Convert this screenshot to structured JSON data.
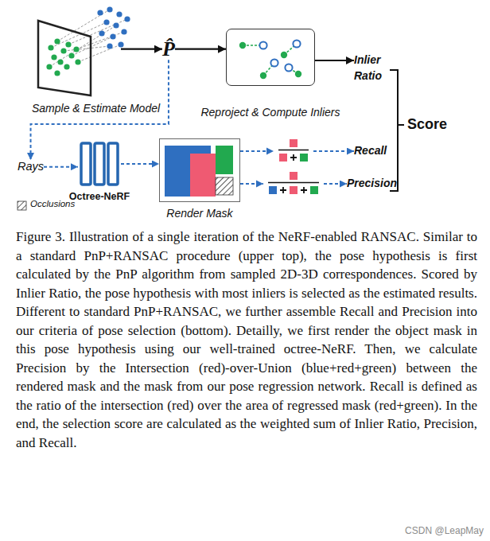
{
  "diagram": {
    "caption": "Figure 3. Illustration of a single iteration of the NeRF-enabled RANSAC. Similar to a standard PnP+RANSAC procedure (upper top), the pose hypothesis is first calculated by the PnP algorithm from sampled 2D-3D correspondences. Scored by Inlier Ratio, the pose hypothesis with most inliers is selected as the estimated results. Different to standard PnP+RANSAC, we further assemble Recall and Precision into our criteria of pose selection (bottom). Detailly, we first render the object mask in this pose hypothesis using our well-trained octree-NeRF. Then, we calculate Precision by the Intersection (red)-over-Union (blue+red+green) between the rendered mask and the mask from our pose regression network. Recall is defined as the ratio of the intersection (red) over the area of regressed mask (red+green). In the end, the selection score are calculated as the weighted sum of Inlier Ratio, Precision, and Recall.",
    "nodes": [
      {
        "text": [
          "Sample & Estimate Model"
        ]
      },
      {
        "text": [
          "P̂"
        ]
      },
      {
        "text": [
          "Reproject & Compute Inliers"
        ]
      },
      {
        "text": [
          "Inlier Ratio"
        ]
      },
      {
        "text": [
          "Rays"
        ]
      },
      {
        "text": [
          "Octree-NeRF"
        ]
      },
      {
        "text": [
          "Render Mask"
        ]
      },
      {
        "text": [
          "Recall"
        ]
      },
      {
        "text": [
          "Precision"
        ]
      },
      {
        "text": [
          "Score"
        ]
      }
    ],
    "edges": [
      {
        "from": 0,
        "to": 1,
        "arrow": "to"
      },
      {
        "from": 1,
        "to": 2,
        "arrow": "to"
      },
      {
        "from": 2,
        "to": 3,
        "arrow": "to"
      },
      {
        "from": 1,
        "to": 4,
        "arrow": "to"
      },
      {
        "from": 4,
        "to": 5,
        "arrow": "to"
      },
      {
        "from": 5,
        "to": 6,
        "arrow": "to"
      },
      {
        "from": 6,
        "to": 7,
        "arrow": "to"
      },
      {
        "from": 6,
        "to": 8,
        "arrow": "to"
      }
    ],
    "labels": [
      "Occlusions",
      "CSDN @LeapMay"
    ]
  }
}
